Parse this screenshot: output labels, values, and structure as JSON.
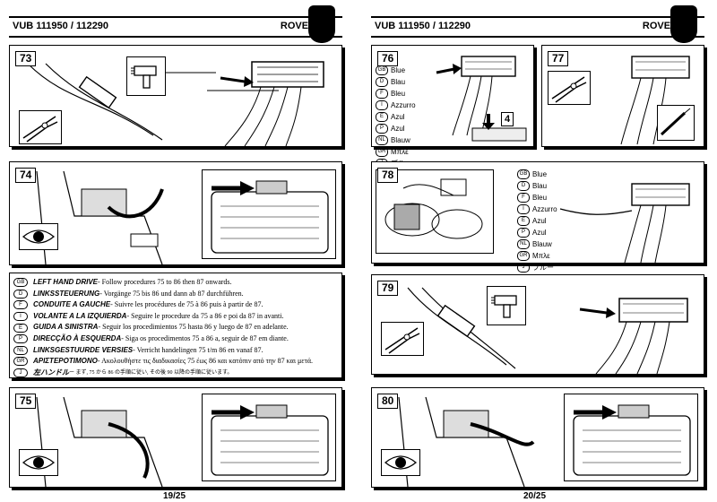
{
  "left_page": {
    "header": {
      "code": "VUB 111950 / 112290",
      "brand": "ROVER"
    },
    "steps": {
      "s73": "73",
      "s74": "74",
      "s75": "75"
    },
    "instructions": [
      {
        "badge": "GB",
        "heading": "LEFT HAND DRIVE",
        "text": " - Follow procedures 75 to 86 then 87 onwards."
      },
      {
        "badge": "D",
        "heading": "LINKSSTEUERUNG",
        "text": " - Vorgänge 75 bis 86 und dann ab 87 durchführen."
      },
      {
        "badge": "F",
        "heading": "CONDUITE A GAUCHE",
        "text": " - Suivre les procédures de 75 à 86 puis à partir de 87."
      },
      {
        "badge": "I",
        "heading": "VOLANTE A LA  IZQUIERDA",
        "text": " - Seguire le procedure da 75 a 86 e poi da 87 in avanti."
      },
      {
        "badge": "E",
        "heading": "GUIDA A SINISTRA",
        "text": " - Seguir los procedimientos 75 hasta 86 y luego de 87 en adelante."
      },
      {
        "badge": "P",
        "heading": "DIRECÇÃO À ESQUERDA",
        "text": " - Siga os procedimentos 75 a 86 a, seguir de 87 em diante."
      },
      {
        "badge": "NL",
        "heading": "LINKSGESTUURDE VERSIES",
        "text": " - Verricht handelingen 75 t/m 86 en vanaf 87."
      },
      {
        "badge": "GR",
        "heading": "ΑΡΙΣΤΕΡΟΤΙΜΟΝΟ",
        "text": " - Ακολουθήστε τις διαδικασίες 75 έως 86 και κατόπιν από την 87 και μετά."
      },
      {
        "badge": "J",
        "heading": "左ハンドル",
        "text": " ー  まず, 75 から 86 の手順に従い, その後 90 以降の手順に従います。"
      }
    ],
    "page_number": "19/25"
  },
  "right_page": {
    "header": {
      "code": "VUB 111950 / 112290",
      "brand": "ROVER"
    },
    "steps": {
      "s76": "76",
      "s77": "77",
      "s78": "78",
      "s79": "79",
      "s80": "80",
      "ref4": "4"
    },
    "colors_76": [
      {
        "badge": "GB",
        "label": "Blue"
      },
      {
        "badge": "D",
        "label": "Blau"
      },
      {
        "badge": "F",
        "label": "Bleu"
      },
      {
        "badge": "I",
        "label": "Azzurro"
      },
      {
        "badge": "E",
        "label": "Azul"
      },
      {
        "badge": "P",
        "label": "Azul"
      },
      {
        "badge": "NL",
        "label": "Blauw"
      },
      {
        "badge": "GR",
        "label": "Μπλε"
      },
      {
        "badge": "J",
        "label": "ブルー"
      }
    ],
    "colors_78": [
      {
        "badge": "GB",
        "label": "Blue"
      },
      {
        "badge": "D",
        "label": "Blau"
      },
      {
        "badge": "F",
        "label": "Bleu"
      },
      {
        "badge": "I",
        "label": "Azzurro"
      },
      {
        "badge": "E",
        "label": "Azul"
      },
      {
        "badge": "P",
        "label": "Azul"
      },
      {
        "badge": "NL",
        "label": "Blauw"
      },
      {
        "badge": "GR",
        "label": "Μπλε"
      },
      {
        "badge": "J",
        "label": "ブルー"
      }
    ],
    "page_number": "20/25"
  },
  "icons": [
    "eye-icon",
    "heat-gun-icon",
    "wire-cutter-icon",
    "connector-icon",
    "fuse-box-icon",
    "arrow-icon"
  ]
}
